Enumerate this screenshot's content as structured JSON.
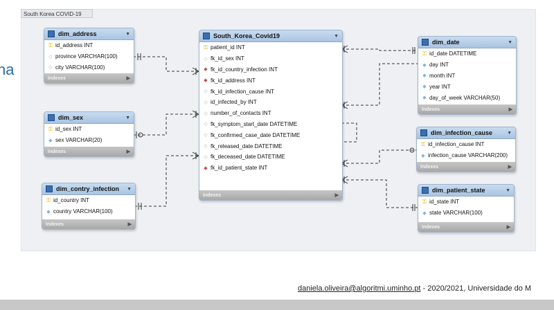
{
  "canvas_label": "South Korea COVID-19",
  "slide_word": "na",
  "indexes_label": "Indexes",
  "tables": [
    {
      "id": "dim_address",
      "name": "dim_address",
      "columns": [
        {
          "text": "id_address INT",
          "kind": "key"
        },
        {
          "text": "province VARCHAR(100)",
          "kind": "plain"
        },
        {
          "text": "city VARCHAR(100)",
          "kind": "plain"
        }
      ]
    },
    {
      "id": "dim_sex",
      "name": "dim_sex",
      "columns": [
        {
          "text": "id_sex INT",
          "kind": "key"
        },
        {
          "text": "sex VARCHAR(20)",
          "kind": "col"
        }
      ]
    },
    {
      "id": "dim_contry_infection",
      "name": "dim_contry_infection",
      "columns": [
        {
          "text": "id_country INT",
          "kind": "key"
        },
        {
          "text": "country VARCHAR(100)",
          "kind": "col"
        }
      ]
    },
    {
      "id": "south_korea_covid19",
      "name": "South_Korea_Covid19",
      "columns": [
        {
          "text": "patient_id INT",
          "kind": "key"
        },
        {
          "text": "fk_id_sex INT",
          "kind": "plain"
        },
        {
          "text": "fk_id_country_infection INT",
          "kind": "fk"
        },
        {
          "text": "fk_id_address INT",
          "kind": "fk"
        },
        {
          "text": "fk_id_infection_cause INT",
          "kind": "plain"
        },
        {
          "text": "id_infected_by INT",
          "kind": "plain"
        },
        {
          "text": "number_of_contacts INT",
          "kind": "plain"
        },
        {
          "text": "fk_symptom_start_date DATETIME",
          "kind": "plain"
        },
        {
          "text": "fk_confirmed_case_date DATETIME",
          "kind": "plain"
        },
        {
          "text": "fk_released_date DATETIME",
          "kind": "plain"
        },
        {
          "text": "fk_deceased_date DATETIME",
          "kind": "plain"
        },
        {
          "text": "fk_id_patient_state INT",
          "kind": "fk"
        }
      ]
    },
    {
      "id": "dim_date",
      "name": "dim_date",
      "columns": [
        {
          "text": "id_date DATETIME",
          "kind": "key"
        },
        {
          "text": "day INT",
          "kind": "col"
        },
        {
          "text": "month INT",
          "kind": "col"
        },
        {
          "text": "year INT",
          "kind": "col"
        },
        {
          "text": "day_of_week VARCHAR(50)",
          "kind": "col"
        }
      ]
    },
    {
      "id": "dim_infection_cause",
      "name": "dim_infection_cause",
      "columns": [
        {
          "text": "id_infection_cause INT",
          "kind": "key"
        },
        {
          "text": "infection_cause VARCHAR(200)",
          "kind": "col"
        }
      ]
    },
    {
      "id": "dim_patient_state",
      "name": "dim_patient_state",
      "columns": [
        {
          "text": "id_state INT",
          "kind": "key"
        },
        {
          "text": "state VARCHAR(100)",
          "kind": "col"
        }
      ]
    }
  ],
  "footer": {
    "email": "daniela.oliveira@algoritmi.uminho.pt",
    "rest": " - 2020/2021, Universidade do M"
  }
}
